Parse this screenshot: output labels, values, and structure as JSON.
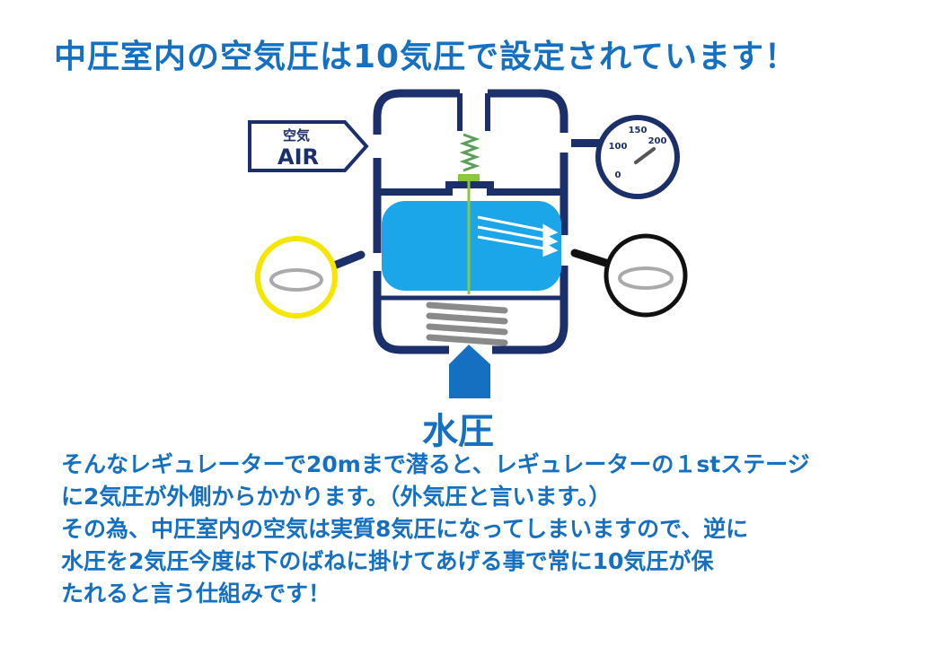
{
  "title": "中圧室内の空気圧は10気圧で設定されています！",
  "air_sign": {
    "top": "空気",
    "bottom": "AIR"
  },
  "gauge": {
    "tick_0": "0",
    "tick_100": "100",
    "tick_150": "150",
    "tick_200": "200"
  },
  "water_label": "水圧",
  "body_lines": [
    "そんなレギュレーターで20mまで潜ると、レギュレーターの１stステージ",
    "に2気圧が外側からかかります。（外気圧と言います。）",
    "その為、中圧室内の空気は実質8気圧になってしまいますので、逆に",
    "水圧を2気圧今度は下のばねに掛けてあげる事で常に10気圧が保",
    "たれると言う仕組みです！"
  ],
  "colors": {
    "accent": "#1570c1",
    "navy": "#1b2f6b",
    "chamber": "#1aa6e8",
    "spring_rod": "#8cc63f",
    "lens_yellow": "#f5e600"
  }
}
